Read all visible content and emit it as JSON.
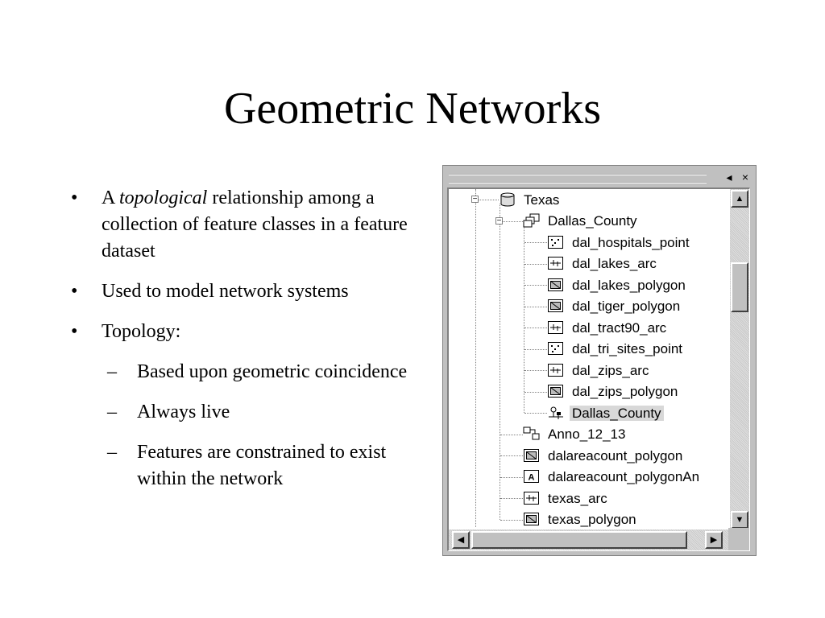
{
  "slide": {
    "title": "Geometric Networks",
    "bullets": [
      {
        "mark": "•",
        "prefix": "A ",
        "emphasis": "topological",
        "suffix": " relationship among a collection of feature classes in a feature dataset"
      },
      {
        "mark": "•",
        "text": "Used to model network systems"
      },
      {
        "mark": "•",
        "text": "Topology:"
      }
    ],
    "sub_bullets": [
      {
        "mark": "–",
        "text": "Based upon geometric coincidence"
      },
      {
        "mark": "–",
        "text": "Always live"
      },
      {
        "mark": "–",
        "text": "Features are constrained to exist within the network"
      }
    ]
  },
  "tree_window": {
    "pin_glyph": "◂",
    "close_glyph": "×",
    "items": [
      {
        "label": "Texas",
        "icon": "database-icon",
        "expander": "−"
      },
      {
        "label": "Dallas_County",
        "icon": "feature-dataset-icon",
        "expander": "−"
      },
      {
        "label": "dal_hospitals_point",
        "icon": "point-feature-class-icon"
      },
      {
        "label": "dal_lakes_arc",
        "icon": "line-feature-class-icon"
      },
      {
        "label": "dal_lakes_polygon",
        "icon": "polygon-feature-class-icon"
      },
      {
        "label": "dal_tiger_polygon",
        "icon": "polygon-feature-class-icon"
      },
      {
        "label": "dal_tract90_arc",
        "icon": "line-feature-class-icon"
      },
      {
        "label": "dal_tri_sites_point",
        "icon": "point-feature-class-icon"
      },
      {
        "label": "dal_zips_arc",
        "icon": "line-feature-class-icon"
      },
      {
        "label": "dal_zips_polygon",
        "icon": "polygon-feature-class-icon"
      },
      {
        "label": "Dallas_County",
        "icon": "geometric-network-icon",
        "selected": true
      },
      {
        "label": "Anno_12_13",
        "icon": "relationship-class-icon"
      },
      {
        "label": "dalareacount_polygon",
        "icon": "polygon-feature-class-icon"
      },
      {
        "label": "dalareacount_polygonAn",
        "icon": "annotation-class-icon"
      },
      {
        "label": "texas_arc",
        "icon": "line-feature-class-icon"
      },
      {
        "label": "texas_polygon",
        "icon": "polygon-feature-class-icon"
      }
    ],
    "scroll_glyphs": {
      "up": "▲",
      "down": "▼",
      "left": "◀",
      "right": "▶"
    }
  }
}
